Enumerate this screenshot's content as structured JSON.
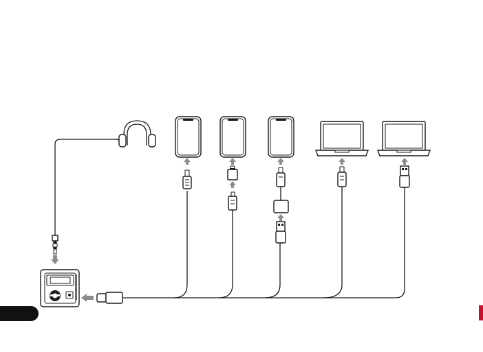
{
  "diagram": {
    "type": "connection-diagram",
    "targets": [
      {
        "name": "headphones",
        "icon": "headphones-icon",
        "cable": "3.5mm-aux"
      },
      {
        "name": "phone-1",
        "icon": "smartphone-icon",
        "cable": "usb-c"
      },
      {
        "name": "phone-2",
        "icon": "smartphone-icon",
        "cable": "micro-usb-with-adapter"
      },
      {
        "name": "phone-3",
        "icon": "smartphone-icon",
        "cable": "lightning-with-adapter"
      },
      {
        "name": "laptop-1",
        "icon": "laptop-icon",
        "cable": "usb-c"
      },
      {
        "name": "laptop-2",
        "icon": "laptop-icon",
        "cable": "usb-a"
      }
    ],
    "source": {
      "name": "audio-player",
      "icon": "player-icon"
    },
    "colors": {
      "line": "#1a1a1a",
      "arrow": "#8c8c8c",
      "accent_tab": "#c8102e",
      "left_tab": "#111111"
    }
  }
}
